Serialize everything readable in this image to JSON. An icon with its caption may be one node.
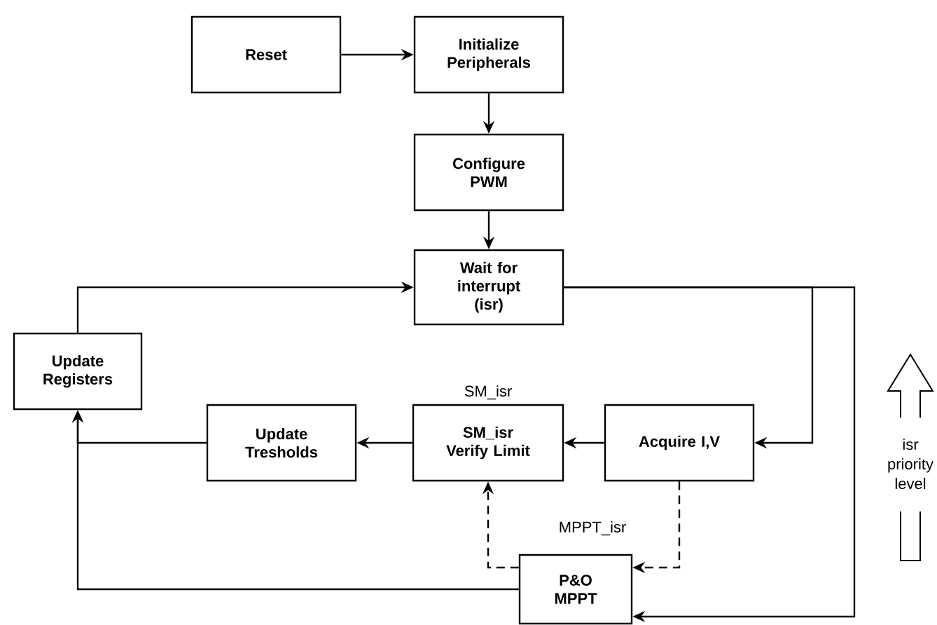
{
  "diagram": {
    "nodes": [
      {
        "text": [
          "Reset"
        ]
      },
      {
        "text": [
          "Initialize Peripherals"
        ]
      },
      {
        "text": [
          "Configure PWM"
        ]
      },
      {
        "text": [
          "Wait for interrupt (isr)"
        ]
      },
      {
        "text": [
          "Update Registers"
        ]
      },
      {
        "text": [
          "Update Tresholds"
        ]
      },
      {
        "text": [
          "SM_isr Verify Limit"
        ],
        "beside": [
          "SM_isr"
        ]
      },
      {
        "text": [
          "Acquire I,V"
        ]
      },
      {
        "text": [
          "P&O MPPT"
        ]
      }
    ],
    "edges": [
      {
        "from": 0,
        "to": 1,
        "arrow": "to"
      },
      {
        "from": 1,
        "to": 2,
        "arrow": "to"
      },
      {
        "from": 2,
        "to": 3,
        "arrow": "to"
      },
      {
        "from": 4,
        "to": 3,
        "arrow": "to"
      },
      {
        "from": 3,
        "to": 7,
        "arrow": "to"
      },
      {
        "from": 3,
        "to": 8,
        "arrow": "to"
      },
      {
        "from": 7,
        "to": 6,
        "arrow": "to"
      },
      {
        "from": 6,
        "to": 5,
        "arrow": "to"
      },
      {
        "from": 5,
        "to": 4,
        "arrow": "to"
      },
      {
        "from": 8,
        "to": 4,
        "arrow": "to"
      },
      {
        "from": 7,
        "to": 8,
        "arrow": "to",
        "style": "dashed",
        "label": "MPPT_isr"
      },
      {
        "from": 8,
        "to": 6,
        "arrow": "to",
        "style": "dashed"
      }
    ],
    "labels": [
      "isr priority level"
    ]
  }
}
